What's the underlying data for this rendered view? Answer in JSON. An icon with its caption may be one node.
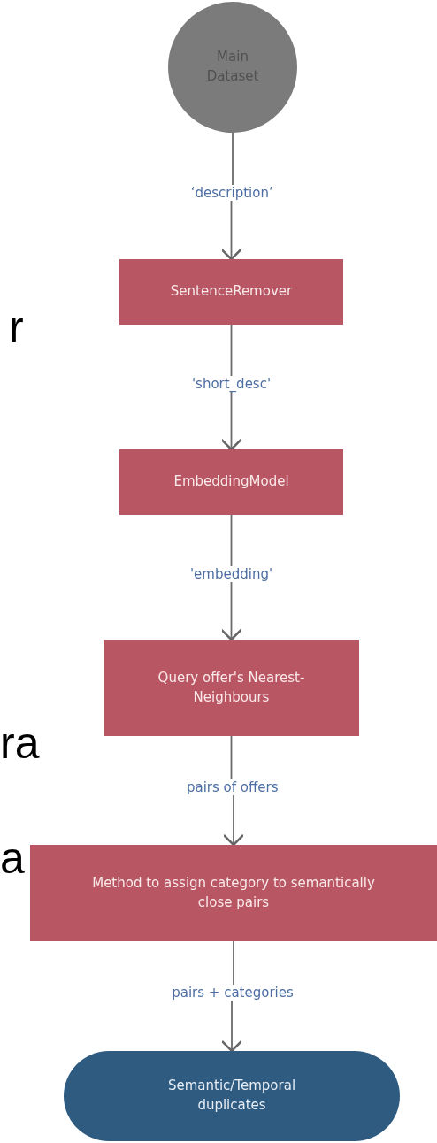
{
  "diagram": {
    "nodes": [
      {
        "text": [
          "Main Dataset"
        ]
      },
      {
        "text": [
          "SentenceRemover"
        ]
      },
      {
        "text": [
          "EmbeddingModel"
        ]
      },
      {
        "text": [
          "Query offer's Nearest-Neighbours"
        ]
      },
      {
        "text": [
          "Method to assign category to semantically close pairs"
        ]
      },
      {
        "text": [
          "Semantic/Temporal duplicates"
        ]
      }
    ],
    "edges": [
      {
        "from": 0,
        "to": 1,
        "arrow": "to",
        "label": "‘description’"
      },
      {
        "from": 1,
        "to": 2,
        "arrow": "to",
        "label": "'short_desc'"
      },
      {
        "from": 2,
        "to": 3,
        "arrow": "to",
        "label": "'embedding'"
      },
      {
        "from": 3,
        "to": 4,
        "arrow": "to",
        "label": "pairs of offers"
      },
      {
        "from": 4,
        "to": 5,
        "arrow": "to",
        "label": "pairs + categories"
      }
    ],
    "labels": [
      "r",
      "ra",
      "a"
    ]
  }
}
